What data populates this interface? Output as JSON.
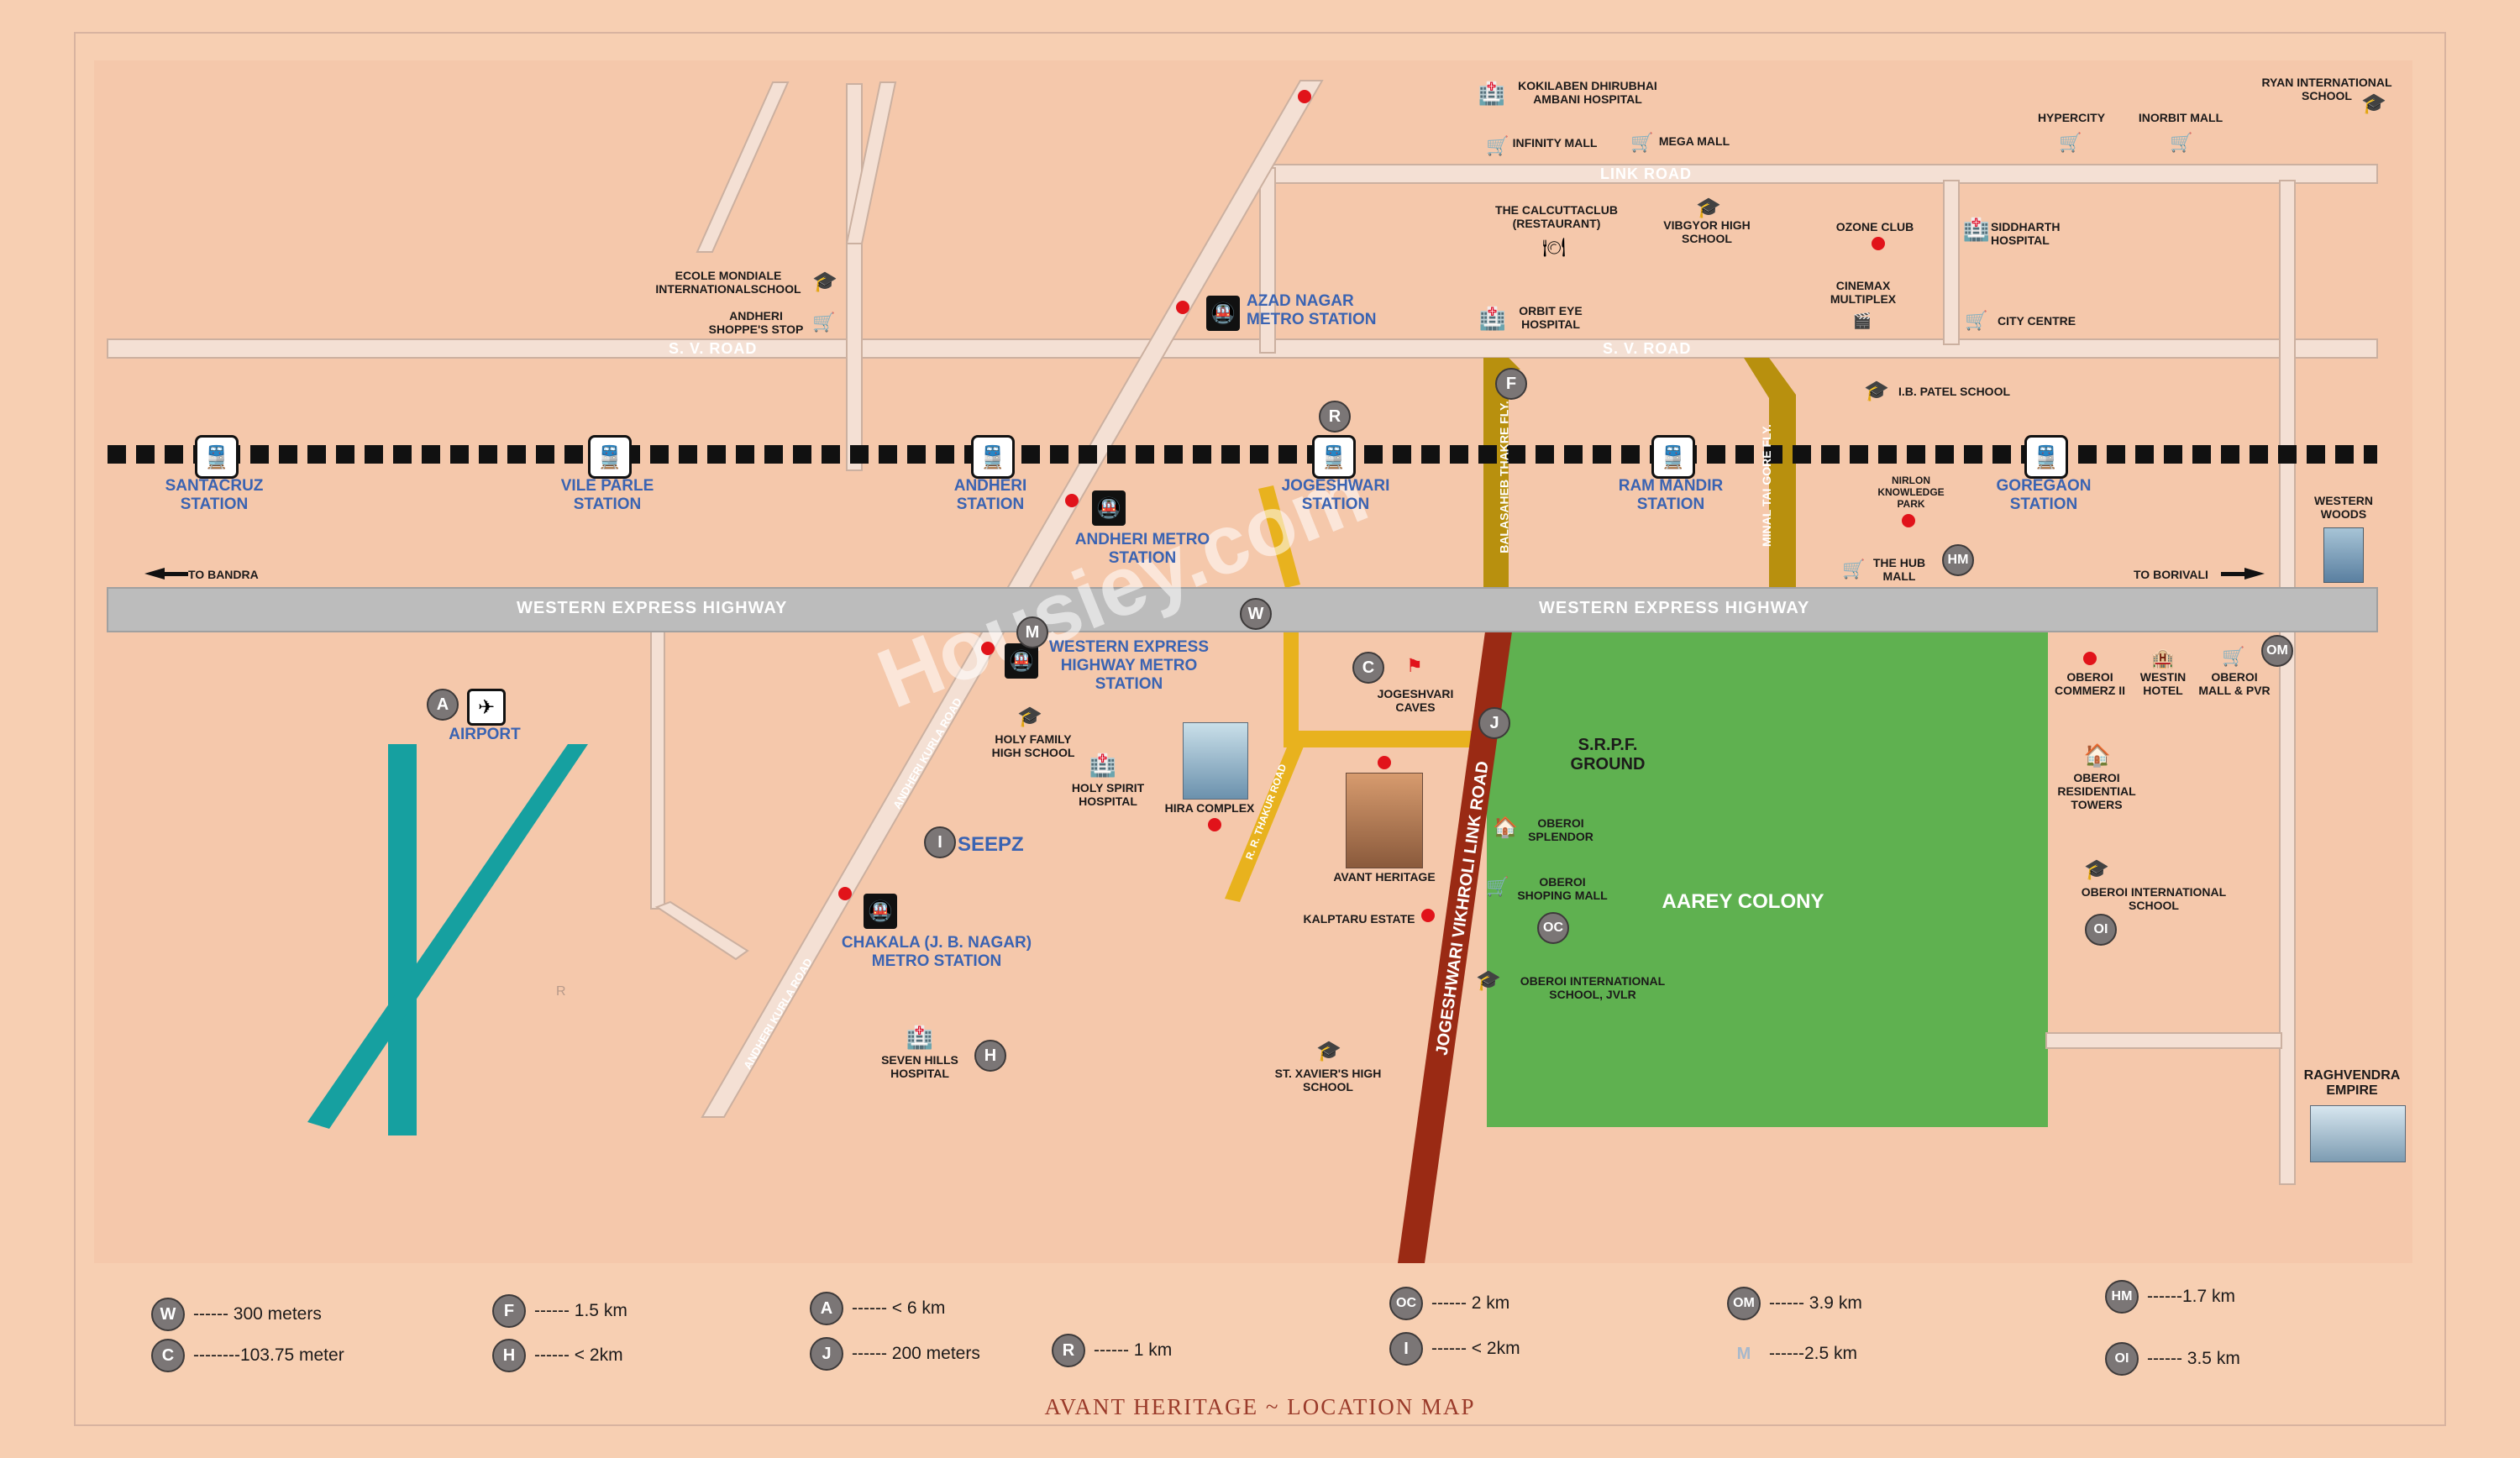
{
  "caption": "AVANT HERITAGE ~ LOCATION MAP",
  "watermark": "Housiey.com",
  "colors": {
    "background": "#f7cfb2",
    "green": "#5fb150",
    "highway": "#bcbcbc",
    "link_road": "#9a2a14",
    "flyover": "#b8900e",
    "rail": "#111111",
    "blue_text": "#3a63b2",
    "red_dot": "#e1131a"
  },
  "roads": {
    "link_road": "LINK ROAD",
    "sv_road_west": "S. V. ROAD",
    "sv_road_east": "S. V. ROAD",
    "western_express_highway_west": "WESTERN EXPRESS HIGHWAY",
    "western_express_highway_east": "WESTERN EXPRESS HIGHWAY",
    "to_bandra": "TO BANDRA",
    "to_borivali": "TO BORIVALI",
    "balasaheb_thakre_fly": "BALASAHEB THAKRE FLY.",
    "minal_tai_gore_fly": "MINAL TAI GORE FLY.",
    "jvlr": "JOGESHWARI VIKHROLI LINK ROAD",
    "andheri_kurla_road_1": "ANDHERI KURLA ROAD",
    "andheri_kurla_road_2": "ANDHERI KURLA ROAD",
    "rr_thakur_road": "R. R. THAKUR ROAD"
  },
  "stations": [
    {
      "name": "SANTACRUZ STATION"
    },
    {
      "name": "VILE PARLE STATION"
    },
    {
      "name": "ANDHERI STATION"
    },
    {
      "name": "JOGESHWARI STATION"
    },
    {
      "name": "RAM MANDIR STATION"
    },
    {
      "name": "GOREGAON STATION"
    }
  ],
  "metro": {
    "azad_nagar": "AZAD NAGAR METRO STATION",
    "andheri_metro": "ANDHERI METRO STATION",
    "weh_metro": "WESTERN EXPRESS HIGHWAY METRO STATION",
    "chakala": "CHAKALA (J. B. NAGAR) METRO STATION"
  },
  "places": {
    "kokilaben": "KOKILABEN DHIRUBHAI AMBANI HOSPITAL",
    "infinity_mall": "INFINITY MALL",
    "mega_mall": "MEGA MALL",
    "ryan_school": "RYAN INTERNATIONAL SCHOOL",
    "hypercity": "HYPERCITY",
    "inorbit_mall": "INORBIT MALL",
    "calcutta_club": "THE CALCUTTACLUB (RESTAURANT)",
    "vibgyor": "VIBGYOR HIGH SCHOOL",
    "ozone_club": "OZONE CLUB",
    "siddharth_hospital": "SIDDHARTH HOSPITAL",
    "cinemax": "CINEMAX MULTIPLEX",
    "city_centre": "CITY CENTRE",
    "orbit_eye": "ORBIT EYE HOSPITAL",
    "ecole_mondiale": "ECOLE MONDIALE INTERNATIONALSCHOOL",
    "andheri_shoppers_stop": "ANDHERI SHOPPE'S STOP",
    "ib_patel": "I.B. PATEL SCHOOL",
    "nirlon_park": "NIRLON KNOWLEDGE PARK",
    "the_hub_mall": "THE HUB MALL",
    "western_woods": "WESTERN WOODS",
    "airport": "AIRPORT",
    "seepz": "SEEPZ",
    "holy_family": "HOLY FAMILY HIGH SCHOOL",
    "holy_spirit": "HOLY SPIRIT HOSPITAL",
    "hira_complex": "HIRA COMPLEX",
    "jogeshvari_caves": "JOGESHVARI CAVES",
    "avant_heritage": "AVANT HERITAGE",
    "kalpataru_estate": "KALPTARU ESTATE",
    "srpf_ground": "S.R.P.F. GROUND",
    "oberoi_splendor": "OBEROI SPLENDOR",
    "oberoi_shopping_mall": "OBEROI SHOPING MALL",
    "oberoi_intl_jvlr": "OBEROI INTERNATIONAL SCHOOL, JVLR",
    "aarey_colony": "AAREY COLONY",
    "oberoi_commerz": "OBEROI COMMERZ II",
    "westin_hotel": "WESTIN HOTEL",
    "oberoi_mall_pvr": "OBEROI MALL & PVR",
    "oberoi_towers": "OBEROI RESIDENTIAL TOWERS",
    "oberoi_intl_school": "OBEROI INTERNATIONAL SCHOOL",
    "seven_hills": "SEVEN HILLS HOSPITAL",
    "st_xaviers": "ST. XAVIER'S HIGH SCHOOL",
    "raghvendra_empire": "RAGHVENDRA EMPIRE"
  },
  "badges": {
    "W": "W",
    "C": "C",
    "F": "F",
    "H": "H",
    "A": "A",
    "J": "J",
    "R": "R",
    "OC": "OC",
    "I": "I",
    "OM": "OM",
    "M": "M",
    "HM": "HM",
    "OI": "OI",
    "R_small": "R"
  },
  "legend": [
    {
      "code": "W",
      "text": "------ 300 meters"
    },
    {
      "code": "C",
      "text": "--------103.75 meter"
    },
    {
      "code": "F",
      "text": "------ 1.5 km"
    },
    {
      "code": "H",
      "text": "------ < 2km"
    },
    {
      "code": "A",
      "text": "------ < 6 km"
    },
    {
      "code": "J",
      "text": "------ 200 meters"
    },
    {
      "code": "R",
      "text": "------ 1 km"
    },
    {
      "code": "OC",
      "text": "------ 2 km"
    },
    {
      "code": "I",
      "text": "------ < 2km"
    },
    {
      "code": "OM",
      "text": "------ 3.9 km"
    },
    {
      "code": "M",
      "text": "------2.5 km"
    },
    {
      "code": "HM",
      "text": "------1.7 km"
    },
    {
      "code": "OI",
      "text": "------ 3.5 km"
    }
  ]
}
